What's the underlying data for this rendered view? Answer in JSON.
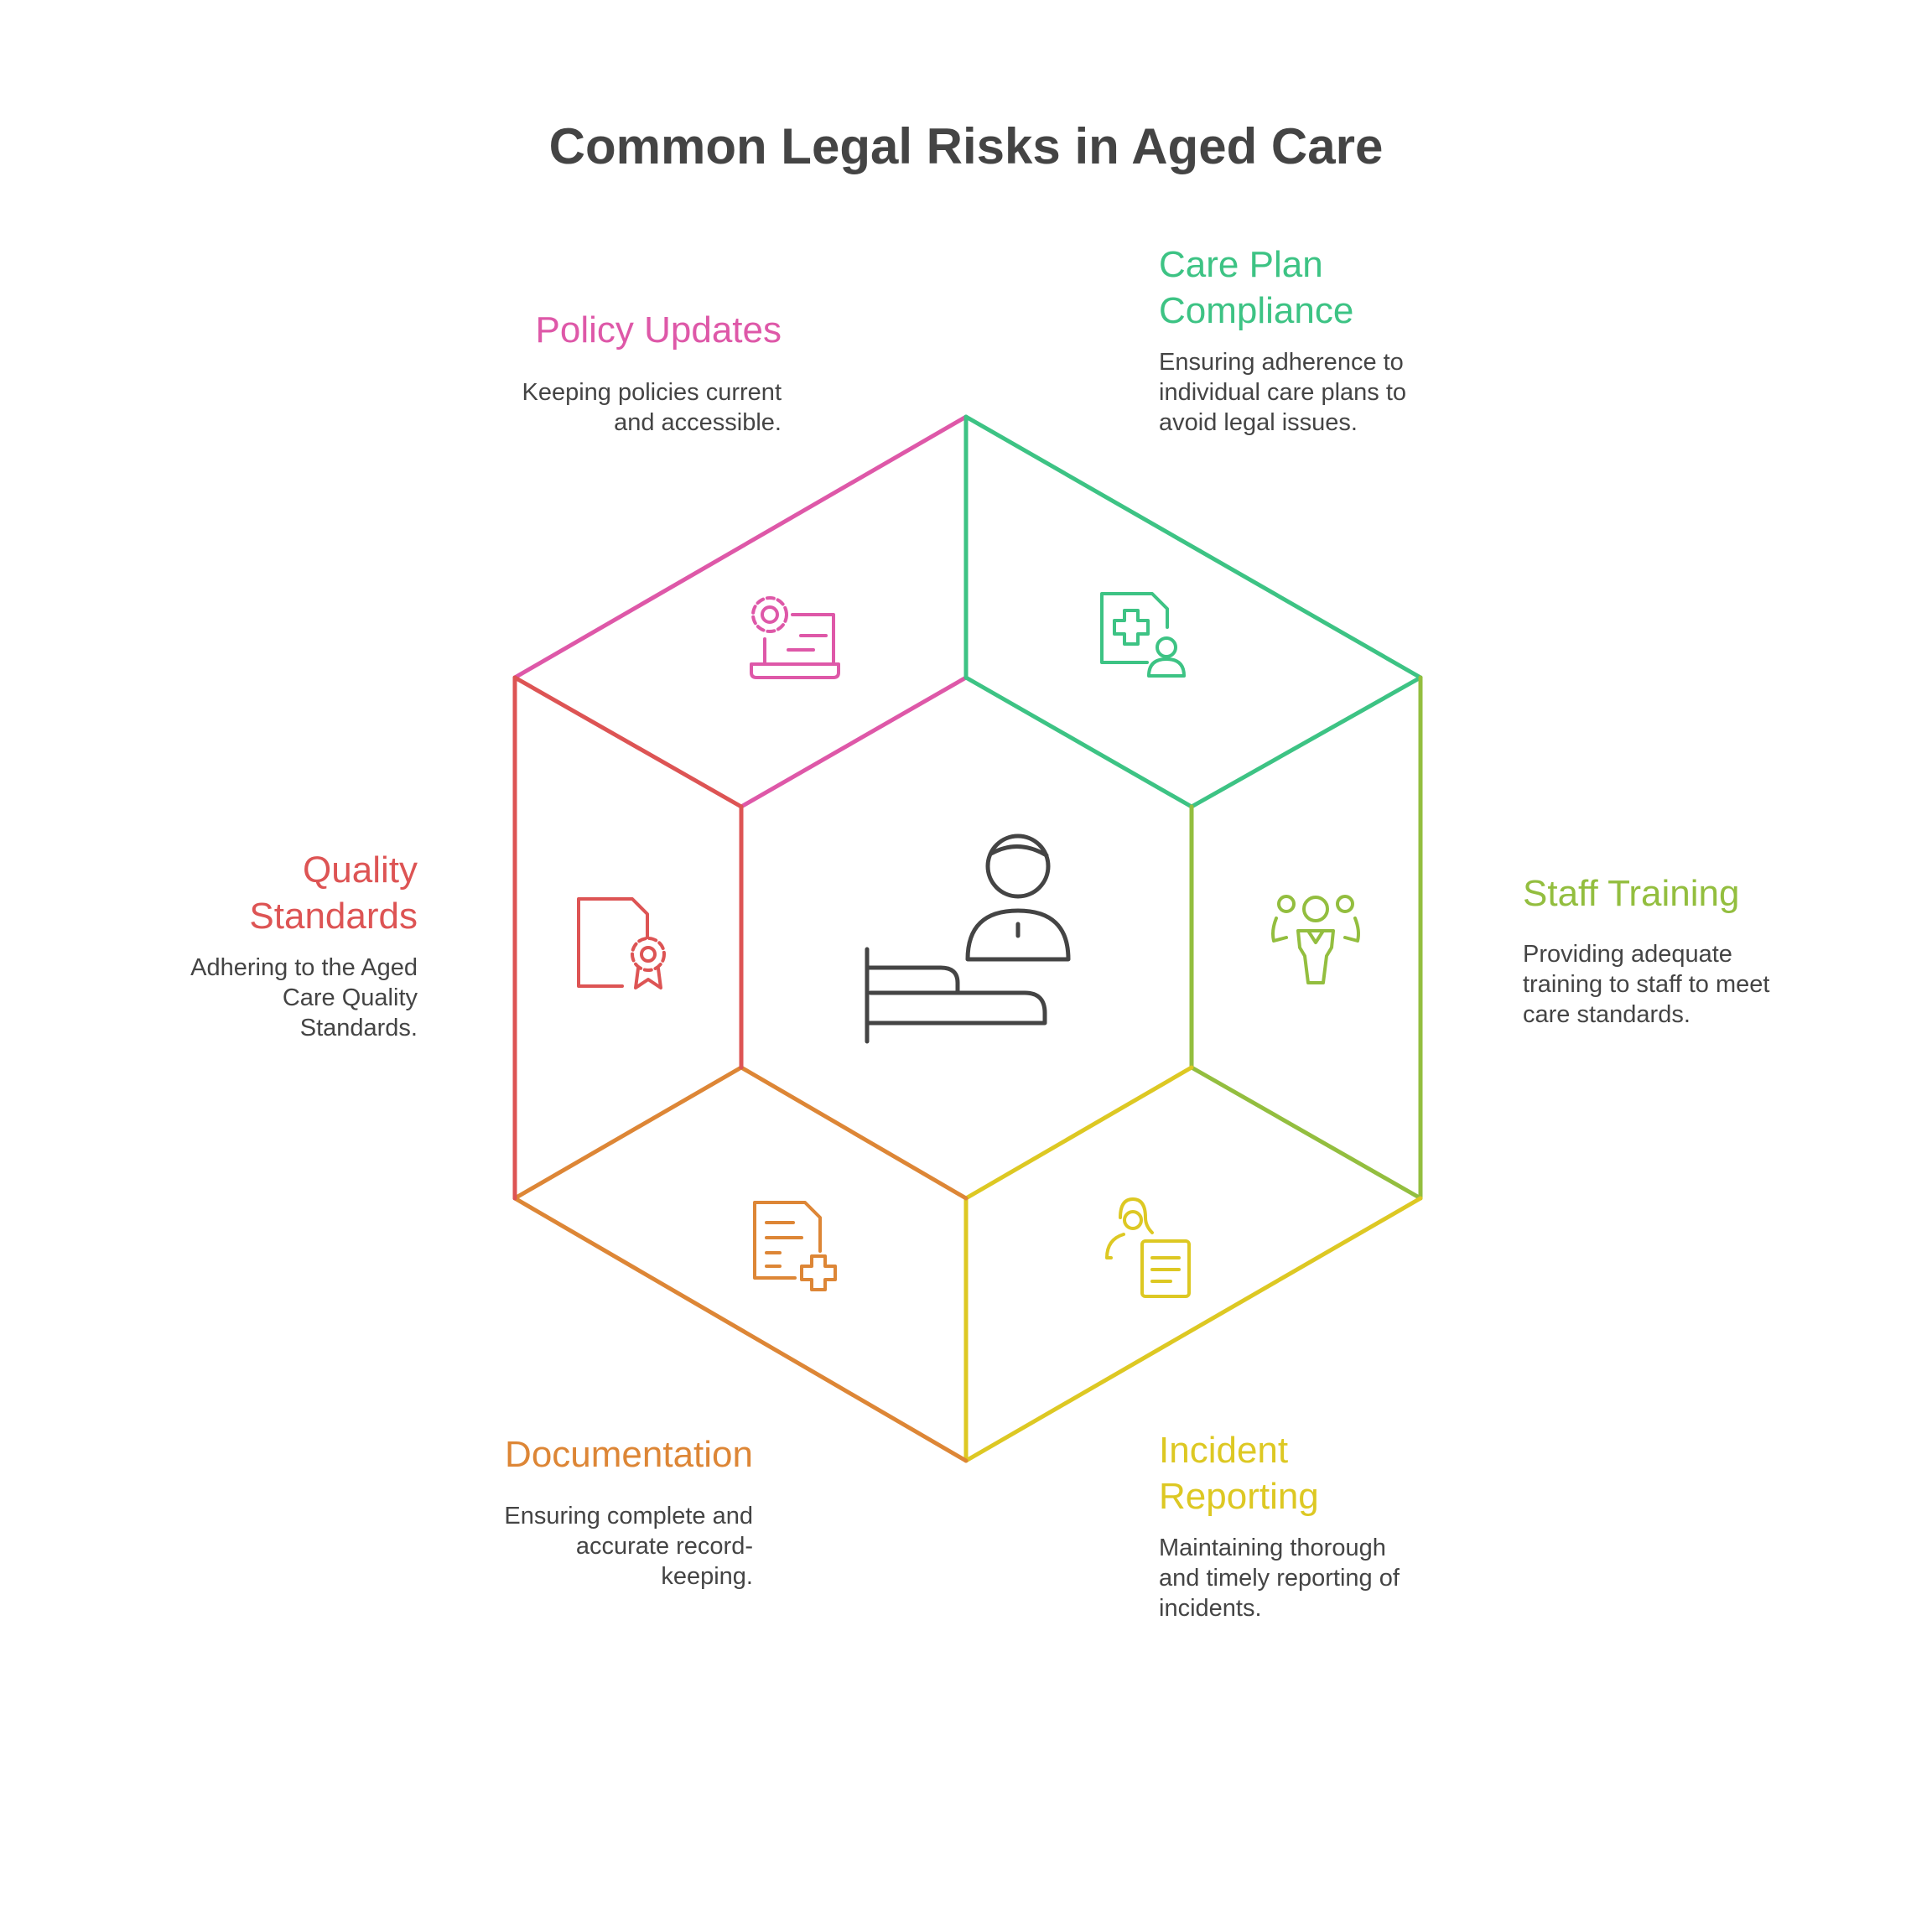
{
  "title": "Common Legal Risks in Aged Care",
  "colors": {
    "policy": "#DE58A8",
    "care": "#3DC384",
    "staff": "#93BE3F",
    "incident": "#DDC823",
    "documentation": "#DD8636",
    "quality": "#DD5454",
    "center": "#444444"
  },
  "segments": {
    "policy": {
      "heading": "Policy Updates",
      "desc": "Keeping policies current and accessible.",
      "icon": "laptop-gear-icon"
    },
    "care": {
      "heading": "Care Plan Compliance",
      "desc": "Ensuring adherence to individual care plans to avoid legal issues.",
      "icon": "medical-file-user-icon"
    },
    "staff": {
      "heading": "Staff Training",
      "desc": "Providing adequate training to staff to meet care standards.",
      "icon": "staff-group-icon"
    },
    "incident": {
      "heading": "Incident Reporting",
      "desc": "Maintaining thorough and timely reporting of incidents.",
      "icon": "person-report-icon"
    },
    "documentation": {
      "heading": "Documentation",
      "desc": "Ensuring complete and accurate record-keeping.",
      "icon": "document-plus-icon"
    },
    "quality": {
      "heading": "Quality Standards",
      "desc": "Adhering to the Aged Care Quality Standards.",
      "icon": "certificate-file-icon"
    }
  },
  "center_icon": "patient-bed-icon"
}
